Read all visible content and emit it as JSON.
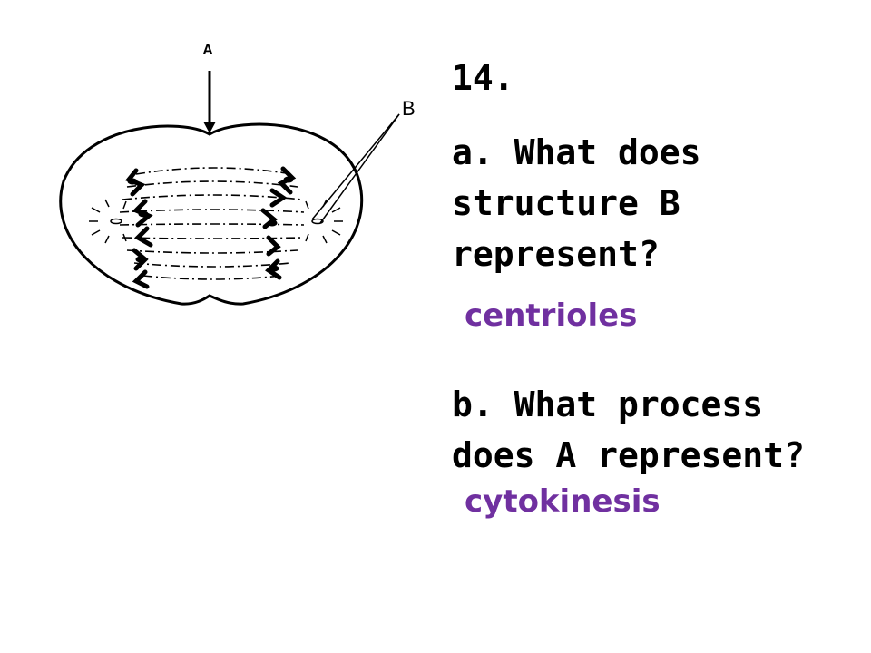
{
  "diagram": {
    "label_a": "A",
    "label_b": "B"
  },
  "question": {
    "number": "14.",
    "part_a": "a. What does structure B represent?",
    "answer_a": "centrioles",
    "part_b": "b. What process does A represent?",
    "answer_b": "cytokinesis"
  },
  "colors": {
    "answer": "#7030A0",
    "text": "#000000"
  }
}
